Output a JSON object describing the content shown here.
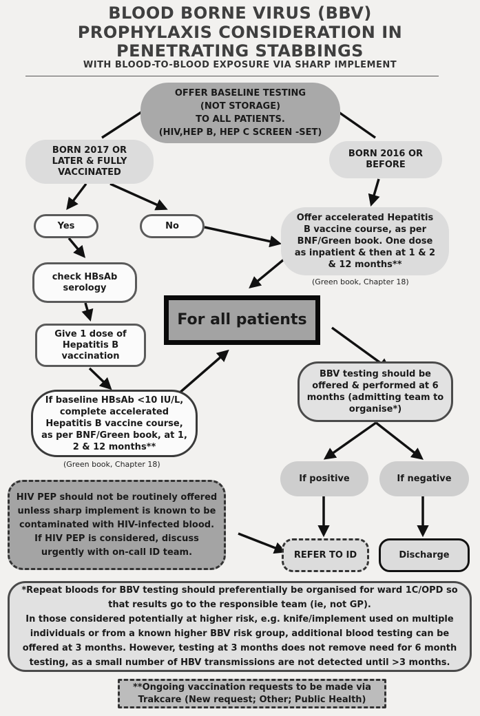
{
  "title": {
    "line1": "BLOOD BORNE VIRUS (BBV)",
    "line2": "PROPHYLAXIS CONSIDERATION IN",
    "line3": "PENETRATING STABBINGS",
    "subtitle": "WITH BLOOD-TO-BLOOD EXPOSURE VIA SHARP IMPLEMENT"
  },
  "nodes": {
    "baseline": "OFFER BASELINE TESTING\n(NOT STORAGE)\nTO ALL PATIENTS.\n(HIV,HEP B, HEP C SCREEN -SET)",
    "born2017": "BORN 2017 OR\nLATER & FULLY\nVACCINATED",
    "born2016": "BORN 2016 OR\nBEFORE",
    "yes": "Yes",
    "no": "No",
    "accelerated": "Offer accelerated Hepatitis\nB vaccine course, as per\nBNF/Green book. One dose\nas inpatient & then at 1 & 2\n& 12 months**",
    "accelerated_ref": "(Green book, Chapter 18)",
    "check_hbsab": "check HBsAb\nserology",
    "all_patients": "For all patients",
    "give_dose": "Give 1 dose of\nHepatitis B\nvaccination",
    "bbv_testing": "BBV testing should be\noffered & performed at 6\nmonths (admitting team to\norganise*)",
    "if_baseline": "If baseline HBsAb <10 IU/L,\ncomplete accelerated\nHepatitis B vaccine course,\nas per BNF/Green book, at 1,\n2 & 12 months**",
    "if_baseline_ref": "(Green book, Chapter 18)",
    "if_positive": "If positive",
    "if_negative": "If negative",
    "hiv_pep": "HIV PEP should not be routinely offered\nunless  sharp implement is known to be\ncontaminated with HIV-infected blood.\nIf HIV PEP is considered, discuss\nurgently with on-call ID team.",
    "refer_id": "REFER TO ID",
    "discharge": "Discharge"
  },
  "notes": {
    "repeat_bloods": "*Repeat bloods for BBV testing should preferentially be organised for ward 1C/OPD so\nthat results go to the responsible team (ie, not GP).\nIn those considered potentially at higher risk, e.g. knife/implement used on multiple\nindividuals or from a known higher BBV risk group, additional blood testing can be\noffered at 3 months. However, testing at 3 months does not remove need for 6 month\ntesting, as a small number of HBV transmissions are not detected until >3 months.",
    "ongoing_vaccination": "**Ongoing vaccination requests to be made via\nTrakcare (New request; Other; Public Health)"
  }
}
